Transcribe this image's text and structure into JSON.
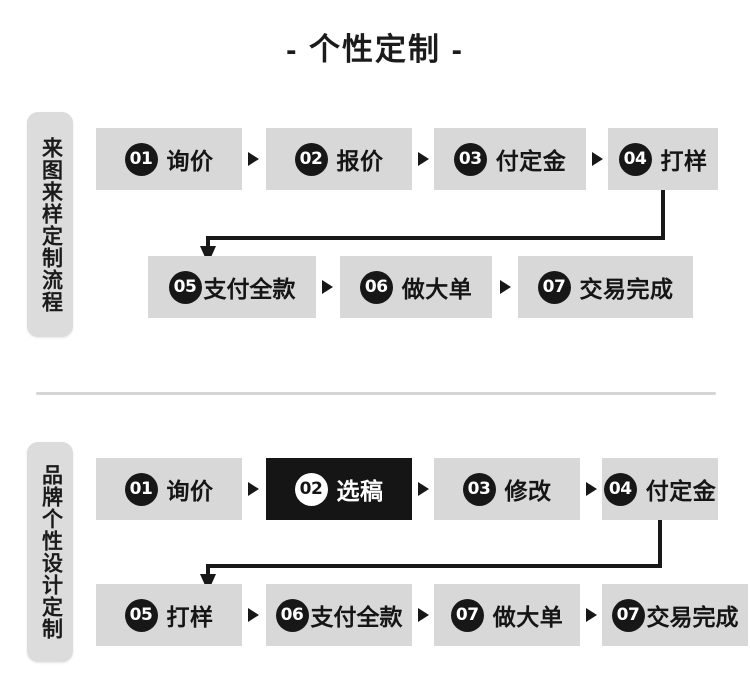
{
  "header": {
    "title": "- 个性定制 -"
  },
  "divider": {
    "present": true
  },
  "colors": {
    "box_bg": "#d8d8d8",
    "box_bg_active": "#151515",
    "badge_bg": "#171717",
    "text": "#151515",
    "label_capsule_bg": "#dcdcdc",
    "connector": "#181818",
    "divider": "#d5d5d5",
    "page_bg": "#ffffff"
  },
  "sections": [
    {
      "id": "section-1",
      "side_label": "来图来样定制流程",
      "rows": [
        {
          "id": "row-1",
          "steps": [
            {
              "num": "01",
              "label": "询价",
              "active": false
            },
            {
              "num": "02",
              "label": "报价",
              "active": false
            },
            {
              "num": "03",
              "label": "付定金",
              "active": false
            },
            {
              "num": "04",
              "label": "打样",
              "active": false
            }
          ]
        },
        {
          "id": "row-2",
          "steps": [
            {
              "num": "05",
              "label": "支付全款",
              "active": false
            },
            {
              "num": "06",
              "label": "做大单",
              "active": false
            },
            {
              "num": "07",
              "label": "交易完成",
              "active": false
            }
          ]
        }
      ]
    },
    {
      "id": "section-2",
      "side_label": "品牌个性设计定制",
      "rows": [
        {
          "id": "row-1",
          "steps": [
            {
              "num": "01",
              "label": "询价",
              "active": false
            },
            {
              "num": "02",
              "label": "选稿",
              "active": true
            },
            {
              "num": "03",
              "label": "修改",
              "active": false
            },
            {
              "num": "04",
              "label": "付定金",
              "active": false
            }
          ]
        },
        {
          "id": "row-2",
          "steps": [
            {
              "num": "05",
              "label": "打样",
              "active": false
            },
            {
              "num": "06",
              "label": "支付全款",
              "active": false
            },
            {
              "num": "07",
              "label": "做大单",
              "active": false
            },
            {
              "num": "07",
              "label": "交易完成",
              "active": false
            }
          ]
        }
      ]
    }
  ]
}
